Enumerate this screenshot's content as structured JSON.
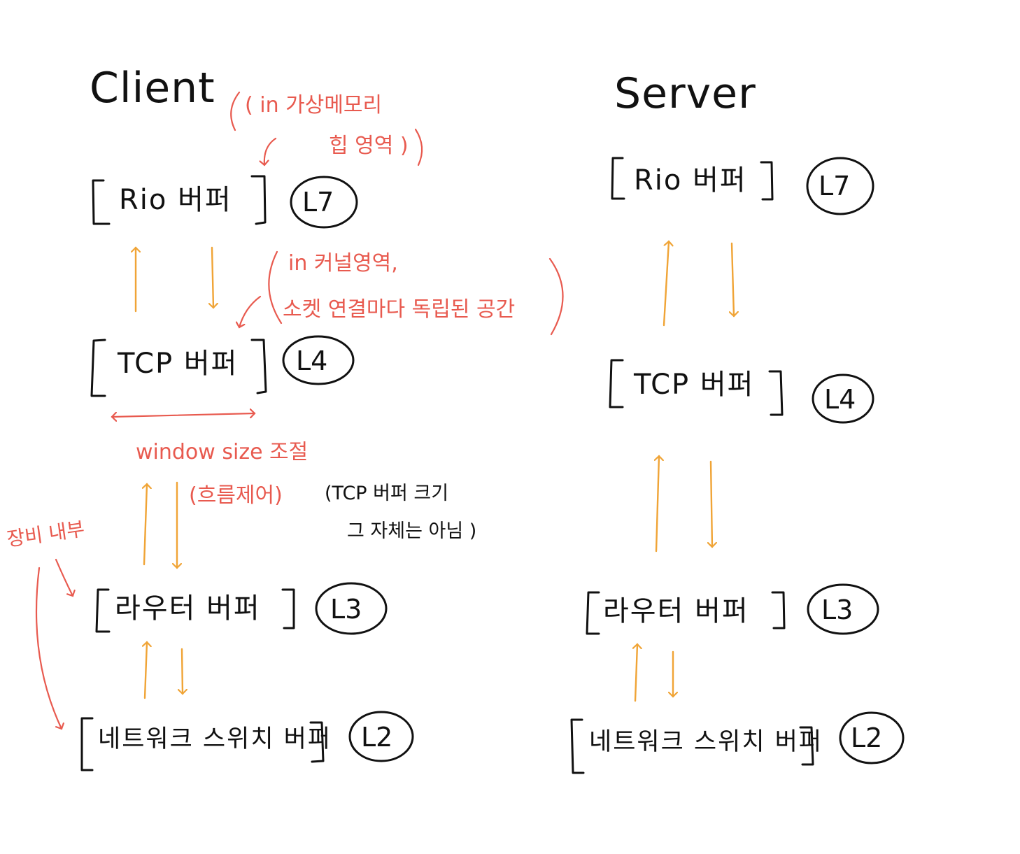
{
  "client": {
    "title": "Client",
    "boxes": [
      {
        "label": "Rio 버퍼",
        "layer": "L7"
      },
      {
        "label": "TCP 버퍼",
        "layer": "L4"
      },
      {
        "label": "라우터 버퍼",
        "layer": "L3"
      },
      {
        "label": "네트워크 스위치 버퍼",
        "layer": "L2"
      }
    ],
    "notes": {
      "rio_heap_line1": "( in 가상메모리",
      "rio_heap_line2": "힙 영역 )",
      "kernel_line1": "in 커널영역,",
      "kernel_line2": "소켓 연결마다 독립된 공간",
      "window_size": "window size 조절",
      "flow_control": "(흐름제어)",
      "tcp_size_line1": "(TCP 버퍼 크기",
      "tcp_size_line2": "그 자체는 아님 )",
      "device_inside": "장비 내부"
    }
  },
  "server": {
    "title": "Server",
    "boxes": [
      {
        "label": "Rio 버퍼",
        "layer": "L7"
      },
      {
        "label": "TCP 버퍼",
        "layer": "L4"
      },
      {
        "label": "라우터 버퍼",
        "layer": "L3"
      },
      {
        "label": "네트워크 스위치 버퍼",
        "layer": "L2"
      }
    ]
  },
  "colors": {
    "ink": "#111111",
    "annotation": "#e85a4f",
    "arrow": "#f0a436",
    "background": "#ffffff"
  }
}
